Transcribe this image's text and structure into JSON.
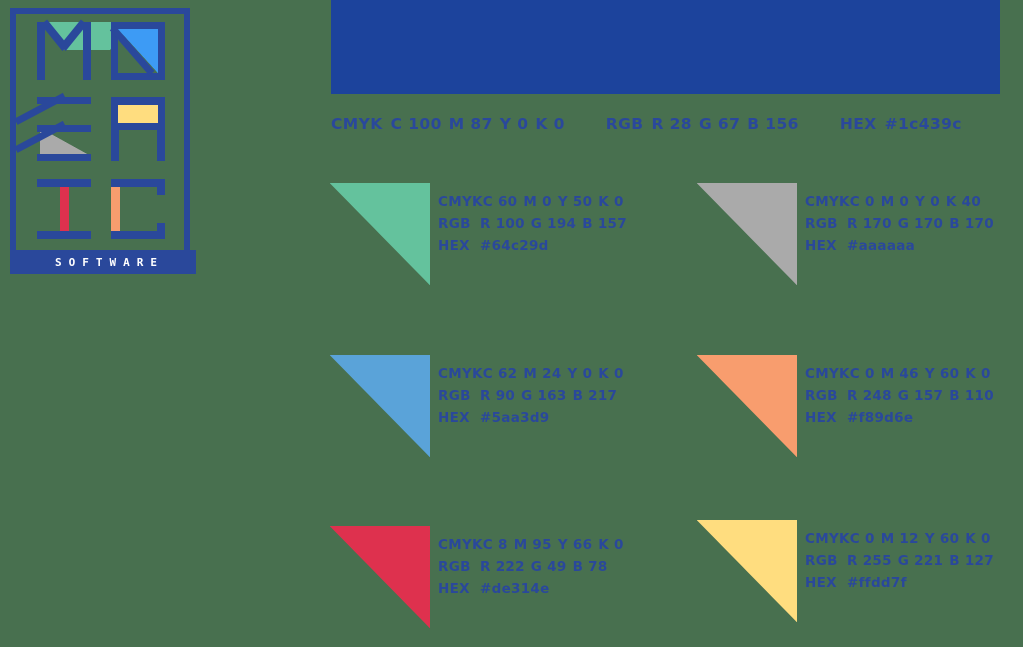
{
  "background_color": "#48704f",
  "brand": {
    "name": "MOSAIC",
    "tagline": "SOFTWARE",
    "frame_color": "#2a489b",
    "letters": [
      {
        "char": "M",
        "accent_color": "#64c29d",
        "accent_shape": "triangle-down"
      },
      {
        "char": "O",
        "accent_color": "#3d9bf5",
        "accent_shape": "triangle-upper-right"
      },
      {
        "char": "S",
        "accent_color": "#aaaaaa",
        "accent_shape": "triangle-lower-right"
      },
      {
        "char": "A",
        "accent_color": "#ffdd7f",
        "accent_shape": "rectangle"
      },
      {
        "char": "I",
        "accent_color": "#de314e",
        "accent_shape": "vertical-bar"
      },
      {
        "char": "C",
        "accent_color": "#f89d6e",
        "accent_shape": "vertical-bar"
      }
    ]
  },
  "text_color": "#2a489b",
  "labels": {
    "cmyk": "CMYK",
    "rgb": "RGB",
    "hex": "HEX"
  },
  "primary": {
    "swatch_color": "#1c439c",
    "cmyk": {
      "c": "C 100",
      "m": "M 87",
      "y": "Y 0",
      "k": "K 0"
    },
    "rgb": {
      "r": "R 28",
      "g": "G 67",
      "b": "B 156"
    },
    "hex": "#1c439c"
  },
  "palette": [
    {
      "id": "green",
      "swatch_color": "#64c29d",
      "cmyk": {
        "c": "C 60",
        "m": "M 0",
        "y": "Y 50",
        "k": "K 0"
      },
      "rgb": {
        "r": "R 100",
        "g": "G 194",
        "b": "B 157"
      },
      "hex": "#64c29d"
    },
    {
      "id": "gray",
      "swatch_color": "#aaaaaa",
      "cmyk": {
        "c": "C 0",
        "m": "M 0",
        "y": "Y 0",
        "k": "K 40"
      },
      "rgb": {
        "r": "R 170",
        "g": "G 170",
        "b": "B 170"
      },
      "hex": "#aaaaaa"
    },
    {
      "id": "blue",
      "swatch_color": "#5aa3d9",
      "cmyk": {
        "c": "C 62",
        "m": "M 24",
        "y": "Y 0",
        "k": "K 0"
      },
      "rgb": {
        "r": "R 90",
        "g": "G 163",
        "b": "B 217"
      },
      "hex": "#5aa3d9"
    },
    {
      "id": "orange",
      "swatch_color": "#f89d6e",
      "cmyk": {
        "c": "C 0",
        "m": "M 46",
        "y": "Y 60",
        "k": "K 0"
      },
      "rgb": {
        "r": "R 248",
        "g": "G 157",
        "b": "B 110"
      },
      "hex": "#f89d6e"
    },
    {
      "id": "red",
      "swatch_color": "#de314e",
      "cmyk": {
        "c": "C 8",
        "m": "M 95",
        "y": "Y 66",
        "k": "K 0"
      },
      "rgb": {
        "r": "R 222",
        "g": "G 49",
        "b": "B 78"
      },
      "hex": "#de314e"
    },
    {
      "id": "yellow",
      "swatch_color": "#ffdd7f",
      "cmyk": {
        "c": "C 0",
        "m": "M 12",
        "y": "Y 60",
        "k": "K 0"
      },
      "rgb": {
        "r": "R 255",
        "g": "G 221",
        "b": "B 127"
      },
      "hex": "#ffdd7f"
    }
  ]
}
